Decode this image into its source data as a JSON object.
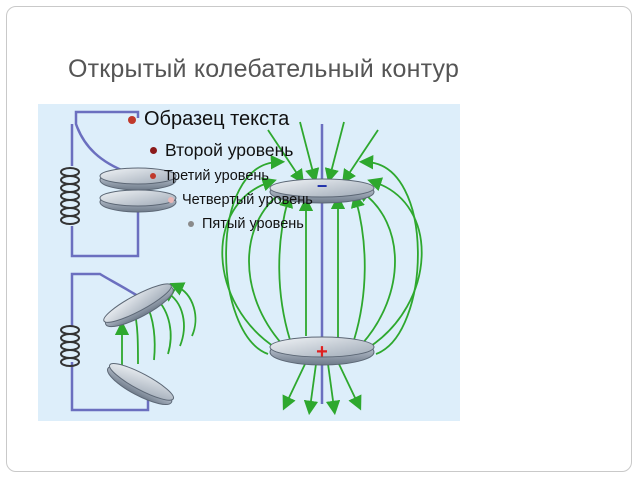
{
  "slide": {
    "title": "Открытый колебательный контур"
  },
  "bullets": [
    {
      "level": 1,
      "text": "Образец текста"
    },
    {
      "level": 2,
      "text": "Второй уровень"
    },
    {
      "level": 3,
      "text": "Третий уровень"
    },
    {
      "level": 4,
      "text": "Четвертый уровень"
    },
    {
      "level": 5,
      "text": "Пятый уровень"
    }
  ],
  "figure": {
    "minus_label": "−",
    "plus_label": "+",
    "colors": {
      "background": "#ddeefa",
      "field_lines": "#2ea82e",
      "wire": "#6b6fbf",
      "plate": "#9aa6b5",
      "plus": "#e02020",
      "minus": "#2233aa"
    }
  }
}
